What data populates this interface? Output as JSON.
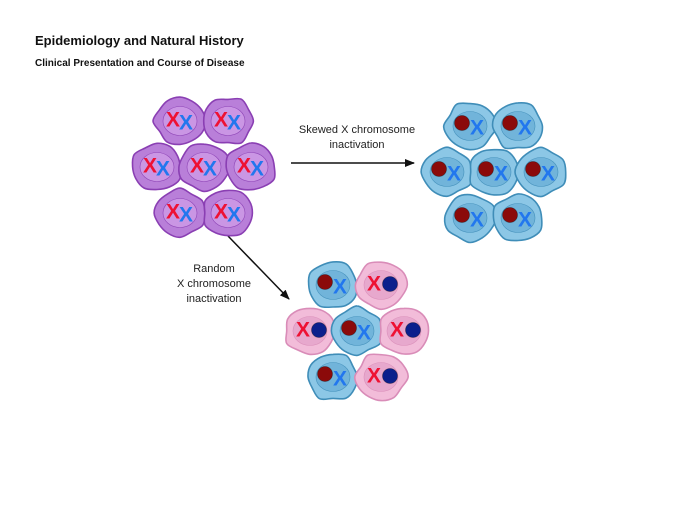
{
  "header": {
    "title": "Epidemiology and Natural History",
    "subtitle": "Clinical Presentation and Course of Disease"
  },
  "labels": {
    "skewed_line1": "Skewed X chromosome",
    "skewed_line2": "inactivation",
    "random_line1": "Random",
    "random_line2": "X chromosome",
    "random_line3": "inactivation"
  },
  "symbols": {
    "x_glyph": "X"
  },
  "colors": {
    "purple_cell_fill": "#b97fd9",
    "purple_cell_stroke": "#8a3fb3",
    "purple_nucleus": "#cc99e6",
    "blue_cell_fill": "#8cc7e6",
    "blue_cell_stroke": "#3f8db8",
    "blue_nucleus": "#6fb2d9",
    "pink_cell_fill": "#f2bcd9",
    "pink_cell_stroke": "#d98cb8",
    "pink_nucleus": "#e6a6cc",
    "red_x": "#ee1133",
    "blue_x": "#2277ee",
    "inactive_red": "#8b0a0a",
    "inactive_blue": "#0b1f8c",
    "arrow": "#111111"
  }
}
